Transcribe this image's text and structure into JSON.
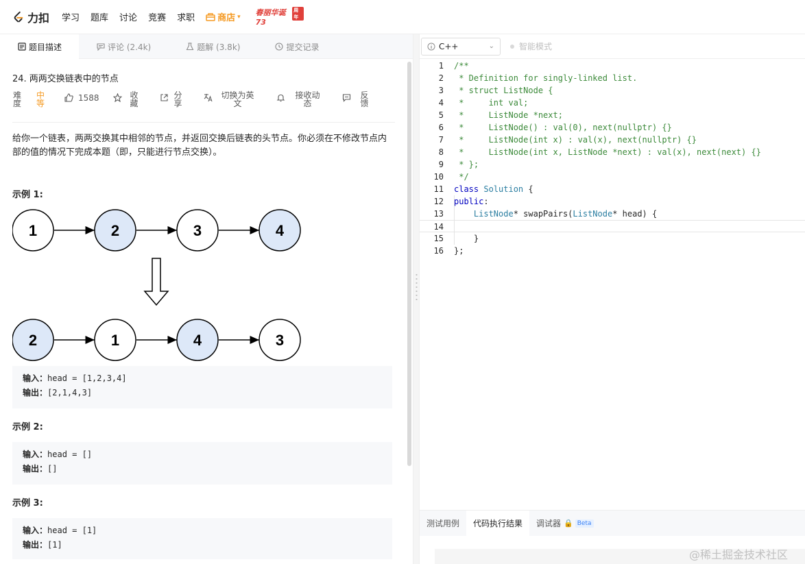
{
  "topbar": {
    "logo_text": "力扣",
    "nav": [
      "学习",
      "题库",
      "讨论",
      "竞赛",
      "求职"
    ],
    "store_label": "商店",
    "promo_text": "春丽华诞73",
    "promo_badge": "周年"
  },
  "left_tabs": [
    {
      "label": "题目描述",
      "icon": "doc-icon"
    },
    {
      "label": "评论 (2.4k)",
      "icon": "comment-icon"
    },
    {
      "label": "题解 (3.8k)",
      "icon": "flask-icon"
    },
    {
      "label": "提交记录",
      "icon": "clock-icon"
    }
  ],
  "problem": {
    "title": "24. 两两交换链表中的节点",
    "difficulty_label": "难度",
    "difficulty_value": "中等",
    "likes": "1588",
    "favorite": "收藏",
    "share": "分享",
    "switch_lang": "切换为英文",
    "notify": "接收动态",
    "feedback": "反馈",
    "description": "给你一个链表，两两交换其中相邻的节点，并返回交换后链表的头节点。你必须在不修改节点内部的值的情况下完成本题（即，只能进行节点交换）。"
  },
  "examples": [
    {
      "title": "示例 1:",
      "input_label": "输入：",
      "input": "head = [1,2,3,4]",
      "output_label": "输出：",
      "output": "[2,1,4,3]"
    },
    {
      "title": "示例 2:",
      "input_label": "输入：",
      "input": "head = []",
      "output_label": "输出：",
      "output": "[]"
    },
    {
      "title": "示例 3:",
      "input_label": "输入：",
      "input": "head = [1]",
      "output_label": "输出：",
      "output": "[1]"
    }
  ],
  "diagram": {
    "top_row": [
      "1",
      "2",
      "3",
      "4"
    ],
    "top_highlight": [
      false,
      true,
      false,
      true
    ],
    "bottom_row": [
      "2",
      "1",
      "4",
      "3"
    ],
    "bottom_highlight": [
      true,
      false,
      true,
      false
    ],
    "highlight_color": "#dde8f8"
  },
  "editor": {
    "language": "C++",
    "smart_mode": "智能模式",
    "lines": [
      "/**",
      " * Definition for singly-linked list.",
      " * struct ListNode {",
      " *     int val;",
      " *     ListNode *next;",
      " *     ListNode() : val(0), next(nullptr) {}",
      " *     ListNode(int x) : val(x), next(nullptr) {}",
      " *     ListNode(int x, ListNode *next) : val(x), next(next) {}",
      " * };",
      " */",
      "class Solution {",
      "public:",
      "    ListNode* swapPairs(ListNode* head) {",
      "",
      "    }",
      "};"
    ],
    "current_line": 14
  },
  "bottom_tabs": {
    "testcase": "测试用例",
    "result": "代码执行结果",
    "debugger": "调试器",
    "beta": "Beta"
  },
  "watermark": "@稀土掘金技术社区"
}
